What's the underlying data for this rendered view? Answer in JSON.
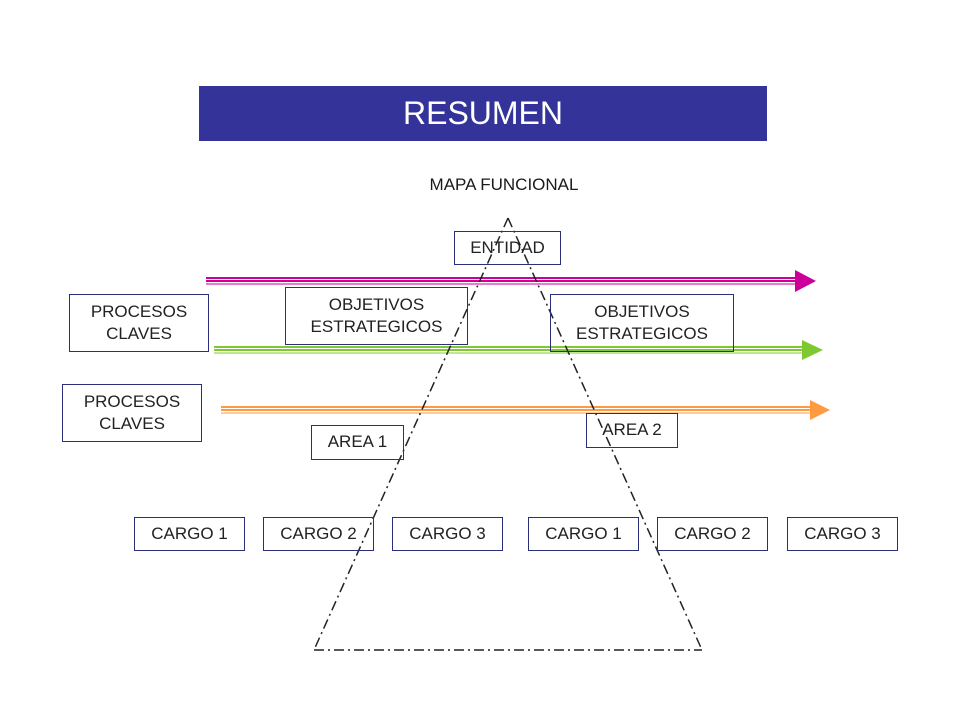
{
  "title": "RESUMEN",
  "diagram_label": "MAPA FUNCIONAL",
  "colors": {
    "title_bg": "#333399",
    "box_border": "#2b2f7a",
    "arrow_magenta": "#cc0099",
    "arrow_green": "#80c832",
    "arrow_orange": "#ff9a40"
  },
  "boxes": {
    "entidad": "ENTIDAD",
    "procesos_claves_1": "PROCESOS\nCLAVES",
    "procesos_claves_2": "PROCESOS\nCLAVES",
    "objetivos_1": "OBJETIVOS\nESTRATEGICOS",
    "objetivos_2": "OBJETIVOS\nESTRATEGICOS",
    "area_1": "AREA 1",
    "area_2": "AREA 2"
  },
  "cargos": [
    "CARGO 1",
    "CARGO 2",
    "CARGO 3",
    "CARGO 1",
    "CARGO 2",
    "CARGO 3"
  ]
}
